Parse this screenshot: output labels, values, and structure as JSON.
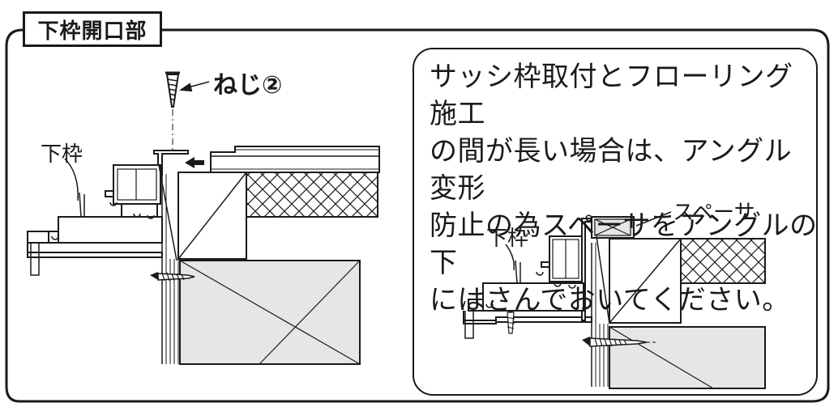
{
  "title": "下枠開口部",
  "left_labels": {
    "screw": "ねじ②",
    "frame": "下枠"
  },
  "note": {
    "lines": [
      "サッシ枠取付とフローリング施工",
      "の間が長い場合は、アングル変形",
      "防止の為スペーサをアングルの下",
      "にはさんでおいてください。"
    ]
  },
  "right_labels": {
    "spacer": "スペーサ",
    "frame": "下枠"
  },
  "colors": {
    "line": "#1a1a1a",
    "fill_gray": "#e6e6e6"
  }
}
